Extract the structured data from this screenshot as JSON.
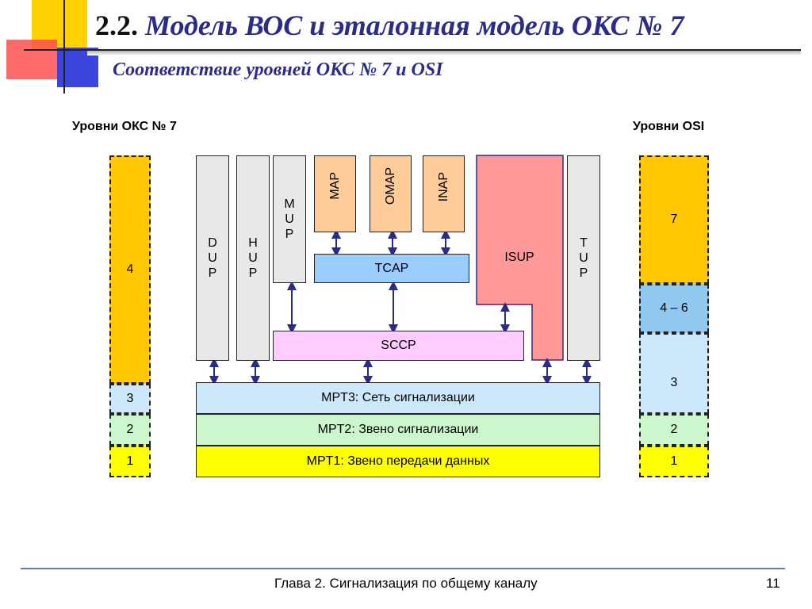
{
  "title": {
    "number": "2.2.",
    "text": "Модель ВОС и эталонная модель ОКС № 7"
  },
  "subtitle": "Соответствие уровней ОКС № 7 и OSI",
  "left_header": "Уровни ОКС № 7",
  "right_header": "Уровни OSI",
  "oks_levels": {
    "l4": "4",
    "l3": "3",
    "l2": "2",
    "l1": "1"
  },
  "osi_levels": {
    "l7": "7",
    "l46": "4 – 6",
    "l3": "3",
    "l2": "2",
    "l1": "1"
  },
  "blocks": {
    "dup": [
      "D",
      "U",
      "P"
    ],
    "hup": [
      "H",
      "U",
      "P"
    ],
    "mup": [
      "M",
      "U",
      "P"
    ],
    "tup": [
      "T",
      "U",
      "P"
    ],
    "map": "MAP",
    "omap": "OMAP",
    "inap": "INAP",
    "isup": "ISUP",
    "tcap": "TCAP",
    "sccp": "SCCP",
    "mtp3": "MPT3: Сеть сигнализации",
    "mtp2": "MPT2: Звено сигнализации",
    "mtp1": "MPT1: Звено передачи данных"
  },
  "colors": {
    "orange_level": "#ffc800",
    "light_blue": "#cce8fa",
    "light_green": "#ccf7cc",
    "yellow": "#ffff00",
    "grey_block": "#e8e8e8",
    "peach": "#ffcc99",
    "tcap_blue": "#99ccff",
    "sccp_pink": "#ffccff",
    "isup_red": "#ff9999",
    "osi_blue": "#90c8f0",
    "arrow": "#2b2b88"
  },
  "footer": {
    "chapter": "Глава 2. Сигнализация по общему каналу",
    "page": "11"
  }
}
